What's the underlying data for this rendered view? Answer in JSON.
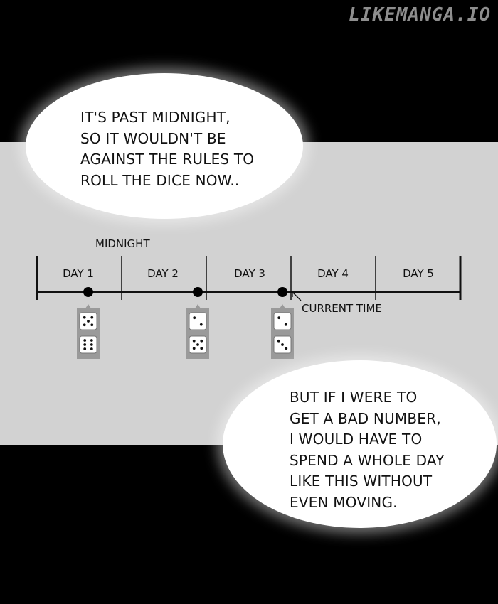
{
  "watermark": "LIKEMANGA.IO",
  "bubble_top": {
    "lines": [
      "IT'S PAST MIDNIGHT,",
      "SO IT WOULDN'T BE",
      "AGAINST THE RULES TO",
      "ROLL THE DICE NOW.."
    ]
  },
  "bubble_bottom": {
    "lines": [
      "BUT IF I WERE TO",
      "GET A BAD NUMBER,",
      "I WOULD HAVE TO",
      "SPEND A WHOLE DAY",
      "LIKE THIS WITHOUT",
      "EVEN MOVING."
    ]
  },
  "timeline": {
    "midnight_label": "MIDNIGHT",
    "current_time_label": "CURRENT TIME",
    "days": [
      "DAY 1",
      "DAY 2",
      "DAY 3",
      "DAY 4",
      "DAY 5"
    ],
    "markers": [
      {
        "dice": [
          5,
          6
        ]
      },
      {
        "dice": [
          2,
          5
        ]
      },
      {
        "dice": [
          2,
          3
        ]
      }
    ]
  },
  "colors": {
    "background": "#000000",
    "panel": "#d2d2d2",
    "bubble": "#ffffff",
    "watermark": "#8e8e8e"
  }
}
